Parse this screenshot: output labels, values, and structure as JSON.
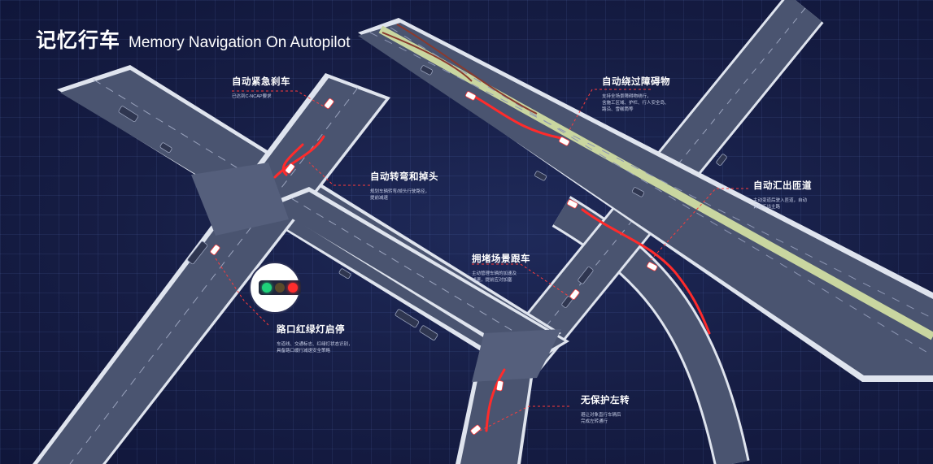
{
  "title": {
    "cn": "记忆行车",
    "en": "Memory Navigation On Autopilot"
  },
  "colors": {
    "background": "#161d44",
    "road": "#4a5470",
    "road_edge": "#dfe4ee",
    "route": "#ff2b2b",
    "leader_line": "#ff3b3b",
    "median": "#c9d6a0"
  },
  "callouts": [
    {
      "id": "emergency-brake",
      "title": "自动紧急刹车",
      "desc": "已达到C-NCAP要求"
    },
    {
      "id": "obstacle-bypass",
      "title": "自动绕过障碍物",
      "desc": "支持全场景障碍物绕行，\n含施工区域、护栏、行人安全岛、\n路沿、雪糕筒等"
    },
    {
      "id": "turn-uturn",
      "title": "自动转弯和掉头",
      "desc": "规划车辆转弯/掉头行驶路径，\n提前减速"
    },
    {
      "id": "merge-ramp",
      "title": "自动汇出匝道",
      "desc": "主动变道后驶入匝道，自动\n调速汇出主路"
    },
    {
      "id": "traffic-jam",
      "title": "拥堵场景跟车",
      "desc": "主动管理车辆的加速及\n减速，提前应对加塞"
    },
    {
      "id": "traffic-light",
      "title": "路口红绿灯启停",
      "desc": "车道线、交通标志、红绿灯状态识别，\n具备路口缓行减速安全策略"
    },
    {
      "id": "unprotected-left",
      "title": "无保护左转",
      "desc": "避让对象直行车辆后\n完成左转通行"
    }
  ],
  "traffic_light": {
    "icon": "traffic-light-icon",
    "active": "red"
  }
}
